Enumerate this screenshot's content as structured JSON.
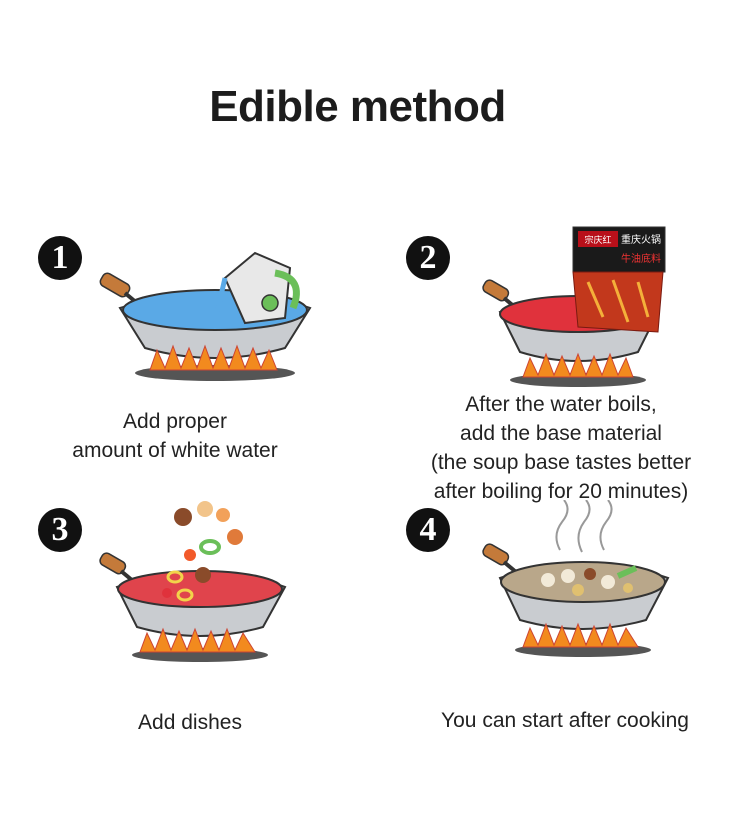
{
  "title": "Edible method",
  "steps": [
    {
      "number": "1",
      "lines": [
        "Add proper",
        "amount of white water"
      ]
    },
    {
      "number": "2",
      "lines": [
        "After the water boils,",
        "add the base material",
        "(the soup base tastes better",
        "after boiling for 20 minutes)"
      ]
    },
    {
      "number": "3",
      "lines": [
        "Add dishes"
      ]
    },
    {
      "number": "4",
      "lines": [
        "You can start after cooking"
      ]
    }
  ],
  "package": {
    "brand": "宗庆红",
    "name_top": "重庆火锅",
    "name_bottom": "牛油底料"
  },
  "colors": {
    "water": "#5aa9e6",
    "soup": "#e0323c",
    "flame": "#f28a1e",
    "pan": "#c9ccd0",
    "handle": "#c47a3a"
  }
}
